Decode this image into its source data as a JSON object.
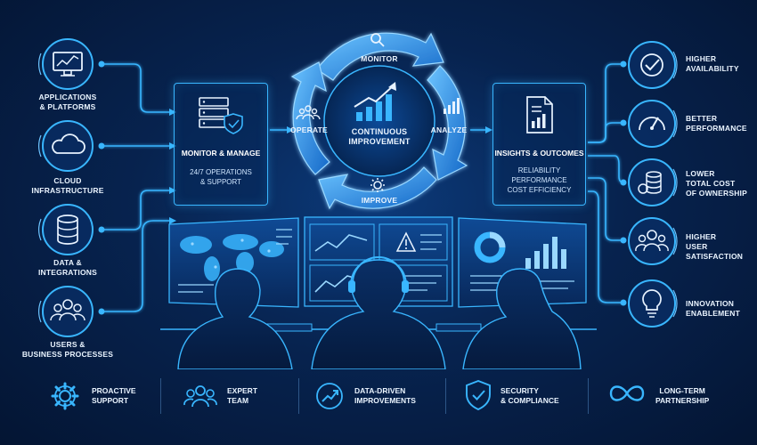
{
  "left_inputs": [
    {
      "label": "APPLICATIONS\n& PLATFORMS",
      "icon": "monitor-chart-icon"
    },
    {
      "label": "CLOUD\nINFRASTRUCTURE",
      "icon": "cloud-icon"
    },
    {
      "label": "DATA &\nINTEGRATIONS",
      "icon": "database-icon"
    },
    {
      "label": "USERS &\nBUSINESS PROCESSES",
      "icon": "users-icon"
    }
  ],
  "monitor_manage": {
    "title": "MONITOR & MANAGE",
    "subtitle": "24/7 OPERATIONS\n& SUPPORT",
    "icon": "server-shield-icon"
  },
  "cycle": {
    "center_title": "CONTINUOUS\nIMPROVEMENT",
    "stages": {
      "top": "MONITOR",
      "right": "ANALYZE",
      "bottom": "IMPROVE",
      "left": "OPERATE"
    },
    "colors": {
      "arrow": "#1f8cf0",
      "arrow_light": "#6cc4ff"
    }
  },
  "insights": {
    "title": "INSIGHTS & OUTCOMES",
    "subtitle": "RELIABILITY\nPERFORMANCE\nCOST EFFICIENCY",
    "icon": "report-chart-icon"
  },
  "outcomes": [
    {
      "label": "HIGHER\nAVAILABILITY",
      "icon": "check-circle-icon"
    },
    {
      "label": "BETTER\nPERFORMANCE",
      "icon": "gauge-icon"
    },
    {
      "label": "LOWER\nTOTAL COST\nOF OWNERSHIP",
      "icon": "coins-icon"
    },
    {
      "label": "HIGHER\nUSER SATISFACTION",
      "icon": "happy-users-icon"
    },
    {
      "label": "INNOVATION\nENABLEMENT",
      "icon": "lightbulb-icon"
    }
  ],
  "bottom_features": [
    {
      "label": "PROACTIVE\nSUPPORT",
      "icon": "gear-icon"
    },
    {
      "label": "EXPERT\nTEAM",
      "icon": "team-icon"
    },
    {
      "label": "DATA-DRIVEN\nIMPROVEMENTS",
      "icon": "trend-circle-icon"
    },
    {
      "label": "SECURITY\n& COMPLIANCE",
      "icon": "shield-check-icon"
    },
    {
      "label": "LONG-TERM\nPARTNERSHIP",
      "icon": "infinity-icon"
    }
  ],
  "colors": {
    "accent": "#39b6ff",
    "background": "#07234f",
    "glow": "#2aa8ff"
  }
}
